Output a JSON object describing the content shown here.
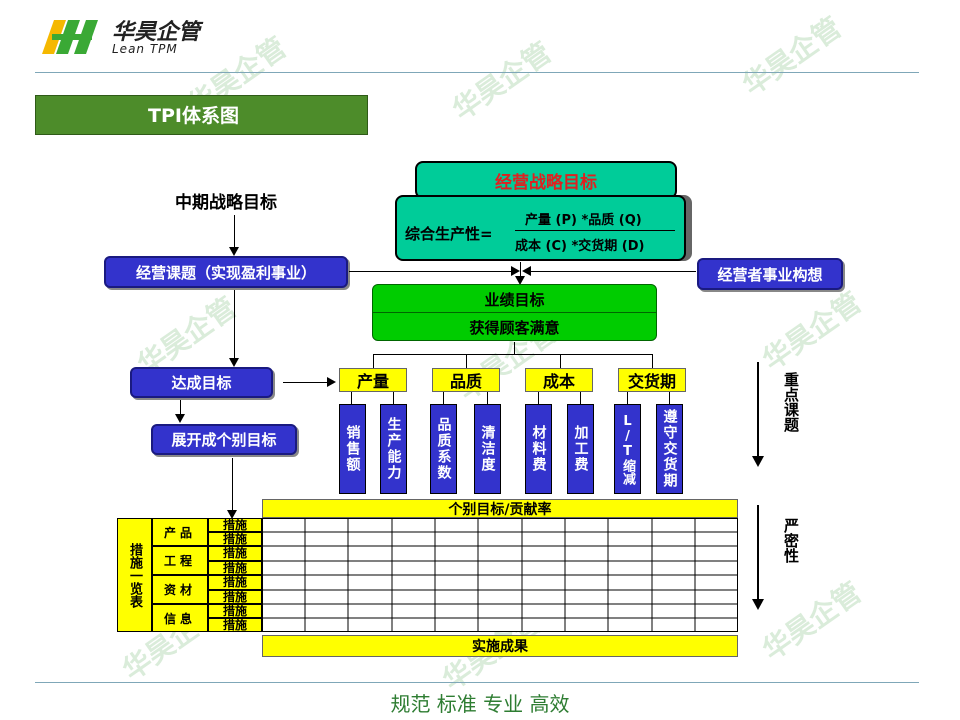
{
  "logo": {
    "brand_cn": "华昊企管",
    "brand_en": "Lean TPM"
  },
  "watermark": "华昊企管",
  "slide_title": "TPI体系图",
  "top": {
    "strategy_target": "经营战略目标",
    "formula_prefix": "综合生产性=",
    "formula_numerator": "产量 (P) *品质 (Q)",
    "formula_denominator": "成本 (C) *交货期 (D)"
  },
  "left": {
    "mid_strategy": "中期战略目标",
    "business_topic": "经营课题（实现盈利事业）",
    "achieve_target": "达成目标",
    "individual_target": "展开成个别目标"
  },
  "right": {
    "manager_concept": "经营者事业构想",
    "key_topics": "重点课题",
    "strict": "严密性"
  },
  "performance": {
    "title": "业绩目标",
    "subtitle": "获得顾客满意"
  },
  "categories": [
    {
      "label": "产量",
      "items": [
        "销售额",
        "生产能力"
      ]
    },
    {
      "label": "品质",
      "items": [
        "品质系数",
        "清洁度"
      ]
    },
    {
      "label": "成本",
      "items": [
        "材料费",
        "加工费"
      ]
    },
    {
      "label": "交货期",
      "items": [
        "L/T缩减",
        "遵守交货期"
      ]
    }
  ],
  "table": {
    "header": "个别目标/贡献率",
    "side_label": "措施一览表",
    "groups": [
      "产品",
      "工程",
      "资材",
      "信息"
    ],
    "measure_label": "措施",
    "footer": "实施成果"
  },
  "footer_slogan": "规范 标准 专业 高效",
  "colors": {
    "blue": "#3333cc",
    "green": "#00cc00",
    "teal": "#00cc99",
    "yellow": "#ffff00",
    "title_green": "#4d8c2a"
  }
}
